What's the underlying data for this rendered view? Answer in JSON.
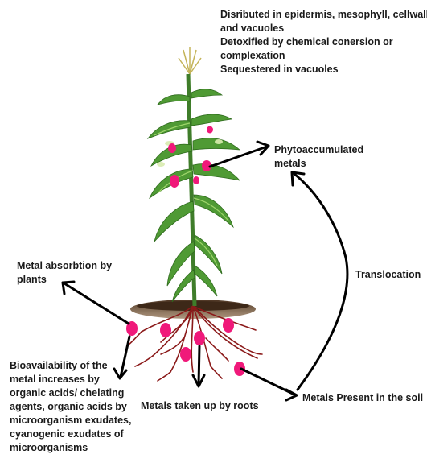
{
  "labels": {
    "distribution": [
      "Disributed in epidermis, mesophyll, cellwall",
      "and vacuoles",
      "Detoxified by chemical conersion or",
      "complexation",
      "Sequestered in vacuoles"
    ],
    "phytoaccumulated": [
      "Phytoaccumulated",
      "metals"
    ],
    "absorption": [
      "Metal absorbtion by",
      "plants"
    ],
    "translocation": "Translocation",
    "bioavailability": [
      "Bioavailability of the",
      "metal increases by",
      "organic acids/ chelating",
      "agents, organic acids by",
      "microorganism exudates,",
      "cyanogenic exudates of",
      "microorganisms"
    ],
    "taken_up": "Metals taken up by roots",
    "soil": "Metals Present in the soil"
  },
  "colors": {
    "metal_dot": "#f0197a",
    "stem": "#3f7d2a",
    "leaf": "#4f9a34",
    "leaf_highlight": "#9ed46a",
    "root": "#8b1a1a",
    "soil": "#6b4a2b",
    "arrow": "#000000"
  },
  "icons": {
    "metal": "metal-dot-icon",
    "plant": "maize-plant-icon",
    "soil": "soil-mound-icon"
  }
}
